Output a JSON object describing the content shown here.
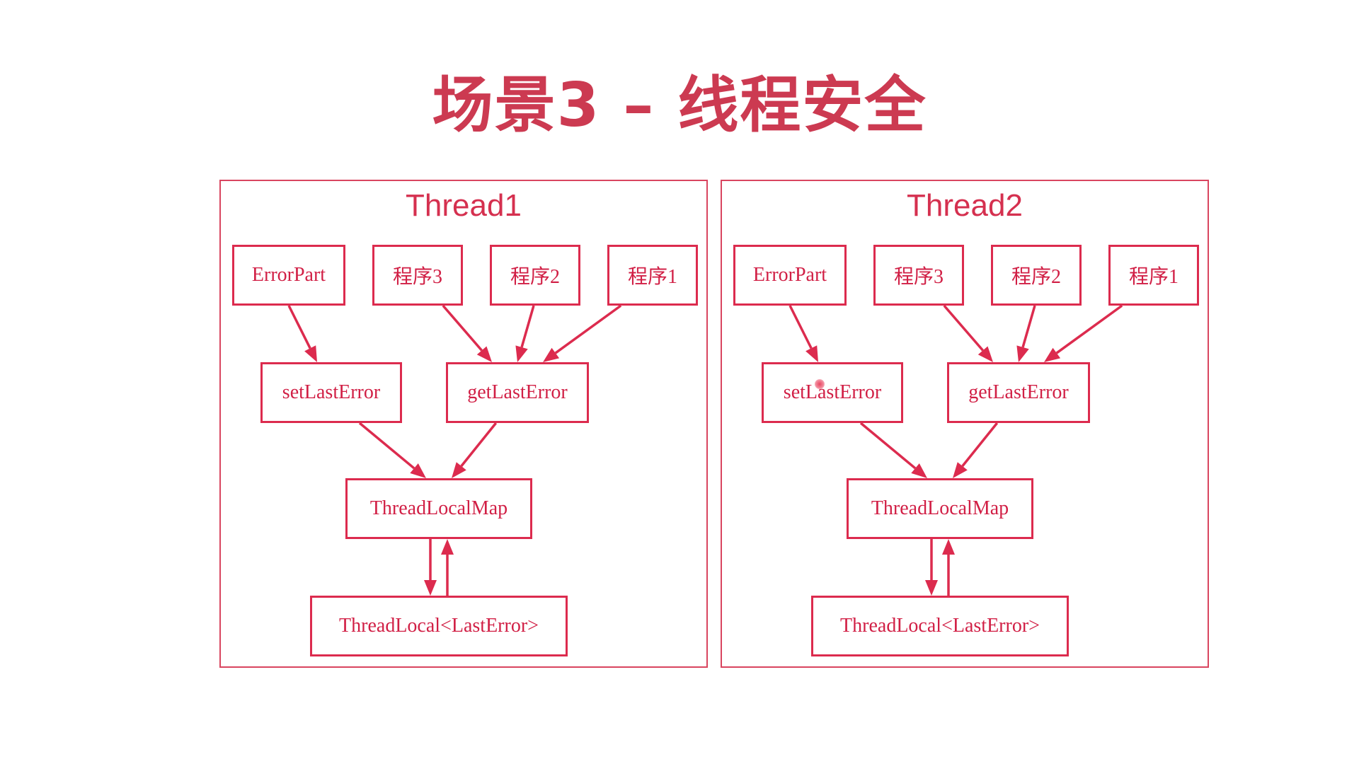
{
  "title": "场景3 – 线程安全",
  "colors": {
    "title": "#cc3a51",
    "accent": "#dc2b4e",
    "panel_border": "#d9455f"
  },
  "panels": [
    {
      "title": "Thread1",
      "nodes": {
        "errorpart": "ErrorPart",
        "prog3": "程序3",
        "prog2": "程序2",
        "prog1": "程序1",
        "setlasterror": "setLastError",
        "getlasterror": "getLastError",
        "threadlocalmap": "ThreadLocalMap",
        "threadlocal": "ThreadLocal<LastError>"
      }
    },
    {
      "title": "Thread2",
      "nodes": {
        "errorpart": "ErrorPart",
        "prog3": "程序3",
        "prog2": "程序2",
        "prog1": "程序1",
        "setlasterror": "setLastError",
        "getlasterror": "getLastError",
        "threadlocalmap": "ThreadLocalMap",
        "threadlocal": "ThreadLocal<LastError>"
      }
    }
  ],
  "edges": [
    {
      "from": "errorpart",
      "to": "setlasterror"
    },
    {
      "from": "prog3",
      "to": "getlasterror"
    },
    {
      "from": "prog2",
      "to": "getlasterror"
    },
    {
      "from": "prog1",
      "to": "getlasterror"
    },
    {
      "from": "setlasterror",
      "to": "threadlocalmap"
    },
    {
      "from": "getlasterror",
      "to": "threadlocalmap"
    },
    {
      "from": "threadlocalmap",
      "to": "threadlocal"
    },
    {
      "from": "threadlocal",
      "to": "threadlocalmap"
    }
  ]
}
